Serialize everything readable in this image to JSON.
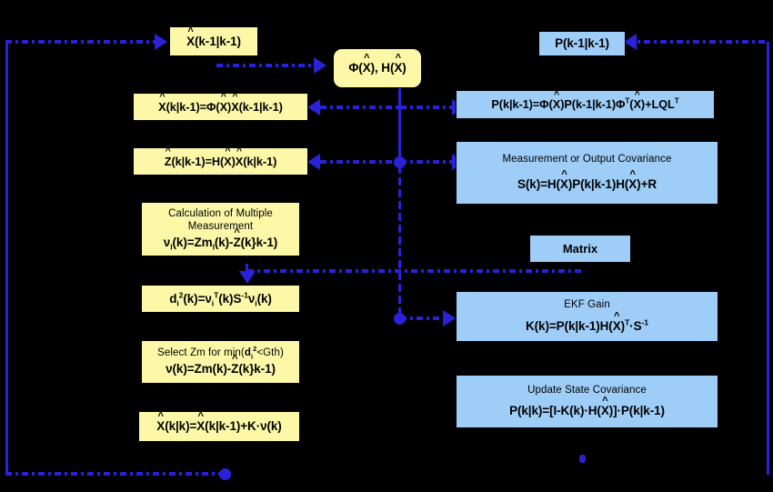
{
  "diagram": {
    "title": "Extended Kalman Filter (EKF) with Multiple Measurement Validation Flowchart",
    "colors": {
      "background": "#000000",
      "state_box": "#fcf8a8",
      "covariance_box": "#9ecdf7",
      "connector": "#2a22d8"
    }
  },
  "nodes": {
    "prev_state": {
      "label": "X(k-1|k-1)",
      "hat_symbol": "^",
      "hat_char": "X",
      "color": "#fcf8a8"
    },
    "jacobians": {
      "label": "Φ(X), H(X)",
      "color": "#fcf8a8",
      "shape": "rounded"
    },
    "state_predict": {
      "label": "X(k|k-1)=Φ(X)X(k-1|k-1)",
      "color": "#fcf8a8"
    },
    "output_predict": {
      "label": "Z(k|k-1)=H(X)X(k|k-1)",
      "color": "#fcf8a8"
    },
    "multi_meas": {
      "caption_line1": "Calculation of Multiple",
      "caption_line2": "Measurement",
      "formula": "νₗ(k)=Zmₗ(k)-Z(k}k-1)",
      "color": "#fcf8a8"
    },
    "distance": {
      "formula": "dᵢ²(k)=νᵢᵀ(k)S⁻¹νᵢ(k)",
      "color": "#fcf8a8"
    },
    "select_zm": {
      "caption": "Select Zm for min(dᵢ²<Gth)",
      "formula": "ν(k)=Zm(k)-Z(k}k-1)",
      "color": "#fcf8a8"
    },
    "state_update": {
      "formula": "X(k|k)=X(k|k-1)+K·ν(k)",
      "color": "#fcf8a8"
    },
    "prev_cov": {
      "label": "P(k-1|k-1)",
      "color": "#9ecdf7"
    },
    "cov_predict": {
      "formula": "P(k|k-1)=Φ(X)P(k-1|k-1)Φᵀ(X)+LQLᵀ",
      "color": "#9ecdf7"
    },
    "meas_cov": {
      "caption": "Measurement or Output Covariance",
      "formula": "S(k)=H(X)P(k|k-1)H(X)+R",
      "color": "#9ecdf7"
    },
    "matrix": {
      "label": "Matrix",
      "color": "#9ecdf7"
    },
    "ekf_gain": {
      "caption": "EKF Gain",
      "formula": "K(k)=P(k|k-1)H(X)ᵀ·S⁻¹",
      "color": "#9ecdf7"
    },
    "update_cov": {
      "caption": "Update State Covariance",
      "formula": "P(k|k)=[I-K(k)·H(X)]·P(k|k-1)",
      "color": "#9ecdf7"
    }
  },
  "connectors": [
    {
      "name": "feedback-to-prev-state",
      "from": "state_update",
      "to": "prev_state",
      "style": "dashed"
    },
    {
      "name": "prev-state-to-jacobians",
      "from": "prev_state",
      "to": "jacobians",
      "style": "dashed"
    },
    {
      "name": "jacobians-to-state-predict",
      "from": "jacobians",
      "to": "state_predict",
      "style": "dashed"
    },
    {
      "name": "jacobians-to-cov-predict",
      "from": "jacobians",
      "to": "cov_predict",
      "style": "dashed"
    },
    {
      "name": "jacobians-to-output-predict",
      "from": "jacobians",
      "to": "output_predict",
      "style": "dashed"
    },
    {
      "name": "jacobians-to-meas-cov",
      "from": "jacobians",
      "to": "meas_cov",
      "style": "dashed"
    },
    {
      "name": "jacobians-to-ekf-gain",
      "from": "jacobians",
      "to": "ekf_gain",
      "style": "dashed"
    },
    {
      "name": "matrix-bus-to-distance",
      "from": "matrix",
      "to": "distance",
      "style": "dashed"
    },
    {
      "name": "feedback-to-prev-cov",
      "from": "update_cov",
      "to": "prev_cov",
      "style": "dashed"
    }
  ]
}
